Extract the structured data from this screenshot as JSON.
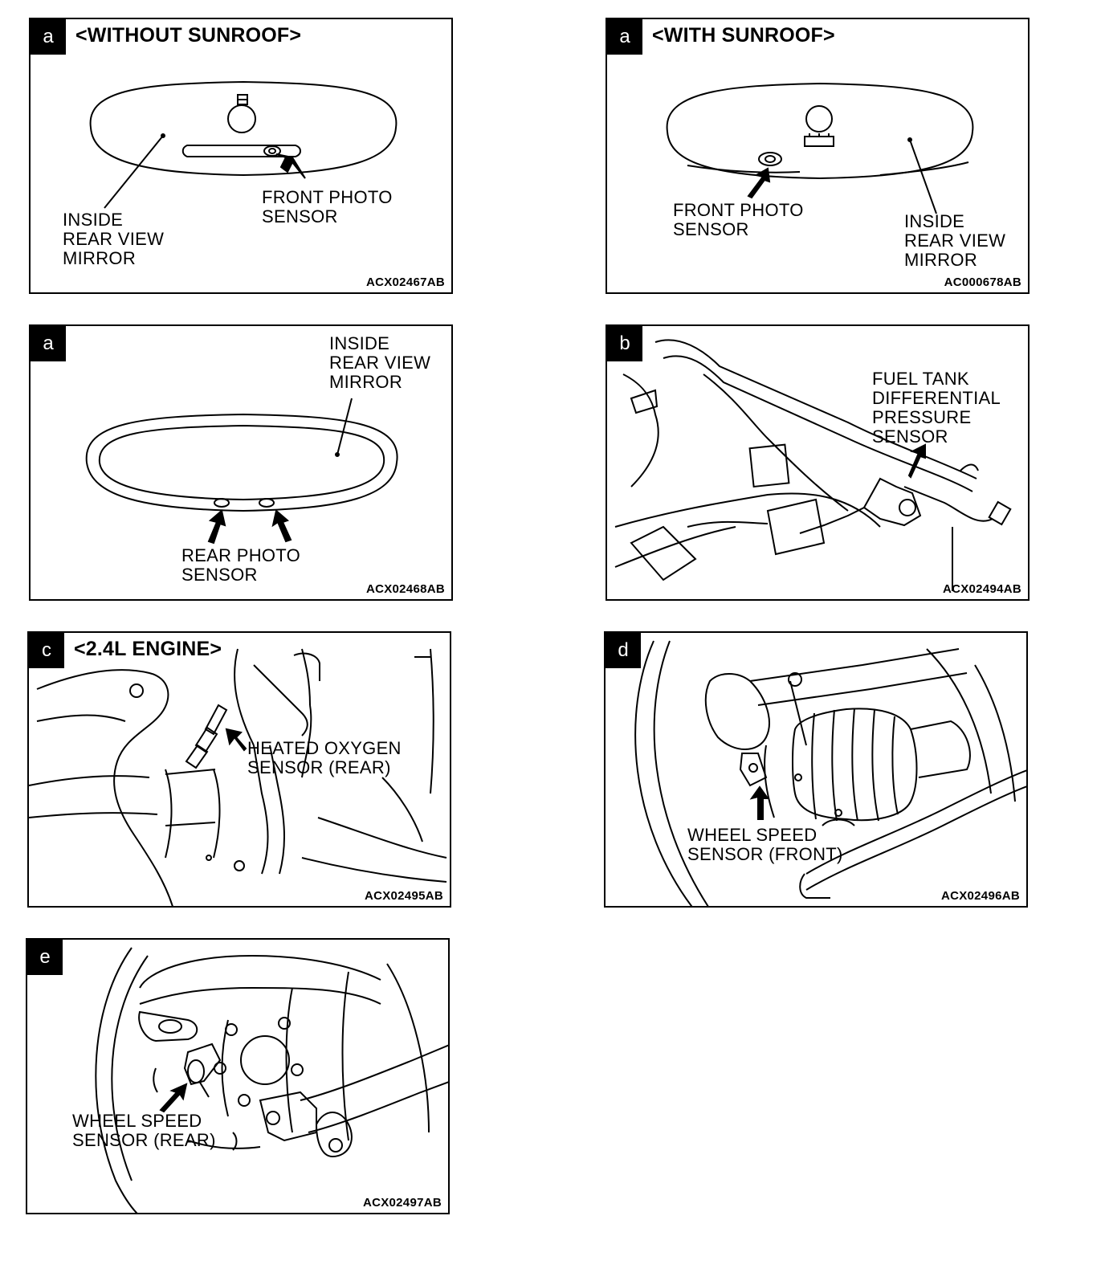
{
  "panels": [
    {
      "tag": "a",
      "title": "<WITHOUT SUNROOF>",
      "labels": [
        "INSIDE\nREAR VIEW\nMIRROR",
        "FRONT PHOTO\nSENSOR"
      ],
      "code": "ACX02467AB"
    },
    {
      "tag": "a",
      "title": "<WITH SUNROOF>",
      "labels": [
        "FRONT PHOTO\nSENSOR",
        "INSIDE\nREAR VIEW\nMIRROR"
      ],
      "code": "AC000678AB"
    },
    {
      "tag": "a",
      "title": "",
      "labels": [
        "INSIDE\nREAR VIEW\nMIRROR",
        "REAR PHOTO\nSENSOR"
      ],
      "code": "ACX02468AB"
    },
    {
      "tag": "b",
      "title": "",
      "labels": [
        "FUEL TANK\nDIFFERENTIAL\nPRESSURE\nSENSOR"
      ],
      "code": "ACX02494AB"
    },
    {
      "tag": "c",
      "title": "<2.4L ENGINE>",
      "labels": [
        "HEATED OXYGEN\nSENSOR (REAR)"
      ],
      "code": "ACX02495AB"
    },
    {
      "tag": "d",
      "title": "",
      "labels": [
        "WHEEL SPEED\nSENSOR (FRONT)"
      ],
      "code": "ACX02496AB"
    },
    {
      "tag": "e",
      "title": "",
      "labels": [
        "WHEEL SPEED\nSENSOR (REAR)"
      ],
      "code": "ACX02497AB"
    }
  ]
}
